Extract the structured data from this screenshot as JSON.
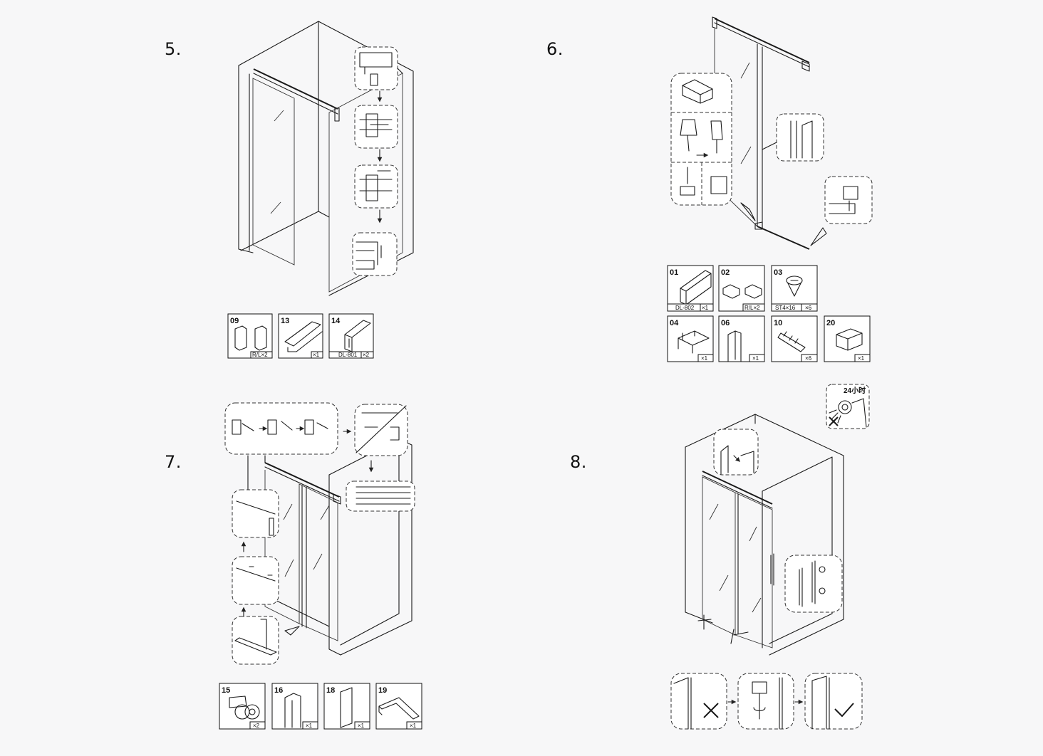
{
  "steps": [
    {
      "number": "5."
    },
    {
      "number": "6."
    },
    {
      "number": "7."
    },
    {
      "number": "8."
    }
  ],
  "step5_parts": [
    {
      "id": "09",
      "qty": "R/L×2"
    },
    {
      "id": "13",
      "qty": "×1"
    },
    {
      "id": "14",
      "model": "DL-801",
      "qty": "×2"
    }
  ],
  "step6_parts": [
    {
      "id": "01",
      "model": "DL-802",
      "qty": "×1"
    },
    {
      "id": "02",
      "qty": "R/L×2"
    },
    {
      "id": "03",
      "model": "ST4×16",
      "qty": "×6"
    },
    {
      "id": "04",
      "qty": "×1"
    },
    {
      "id": "06",
      "qty": "×1"
    },
    {
      "id": "10",
      "qty": "×6"
    },
    {
      "id": "20",
      "qty": "×1"
    }
  ],
  "step7_parts": [
    {
      "id": "15",
      "qty": "×2"
    },
    {
      "id": "16",
      "qty": "×1"
    },
    {
      "id": "18",
      "qty": "×1"
    },
    {
      "id": "19",
      "qty": "×1"
    }
  ],
  "step8_notice": {
    "label": "24小时"
  },
  "icons": {
    "incorrect": "cross-icon",
    "correct": "check-icon",
    "no_shower": "shower-head-icon"
  }
}
